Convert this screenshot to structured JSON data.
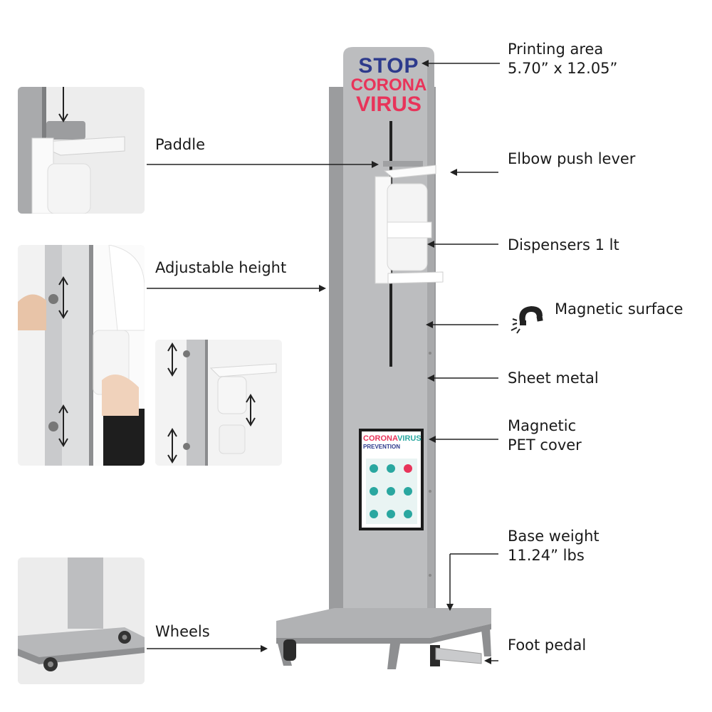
{
  "labels": {
    "printing_area": {
      "line1": "Printing area",
      "line2": "5.70” x 12.05”"
    },
    "paddle": "Paddle",
    "elbow_push_lever": "Elbow push lever",
    "adjustable_height": "Adjustable height",
    "dispensers": "Dispensers 1 lt",
    "magnetic_surface": "Magnetic surface",
    "sheet_metal": "Sheet metal",
    "magnetic_pet_cover": {
      "line1": "Magnetic",
      "line2": "PET cover"
    },
    "base_weight": {
      "line1": "Base weight",
      "line2": "11.24” lbs"
    },
    "wheels": "Wheels",
    "foot_pedal": "Foot pedal"
  },
  "sign": {
    "word1": "STOP",
    "word2": "CORONA",
    "word3": "VIRUS"
  },
  "poster": {
    "title_a": "CORONA",
    "title_b": "VIRUS",
    "subtitle": "PREVENTION"
  },
  "colors": {
    "panel": "#b8b9bb",
    "panel_dark": "#9a9b9d",
    "sign_navy": "#2d3a8c",
    "sign_pink": "#e8345a",
    "poster_teal": "#2aa7a0",
    "arrow": "#222222"
  },
  "icons": [
    "magnet-icon",
    "arrow-icon"
  ]
}
